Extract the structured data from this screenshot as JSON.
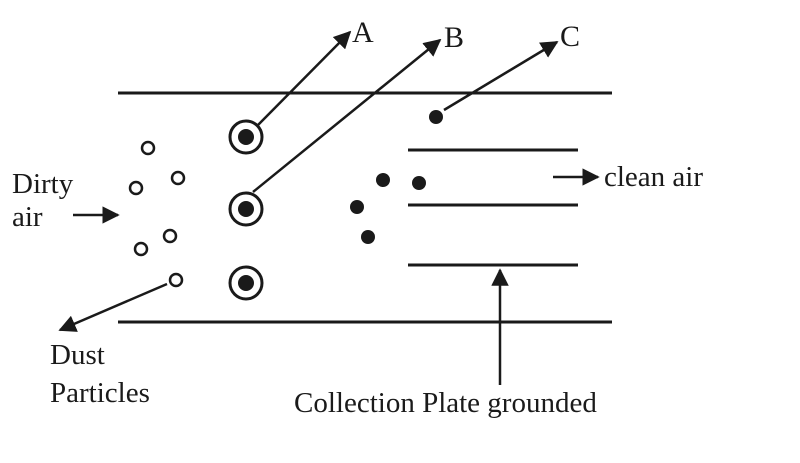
{
  "labels": {
    "a": "A",
    "b": "B",
    "c": "C",
    "dirty_air_line1": "Dirty",
    "dirty_air_line2": "air",
    "clean_air": "clean air",
    "dust_particles_line1": "Dust",
    "dust_particles_line2": "Particles",
    "collection_plate": "Collection Plate grounded"
  },
  "colors": {
    "ink": "#1a1a1a",
    "background": "#ffffff"
  }
}
